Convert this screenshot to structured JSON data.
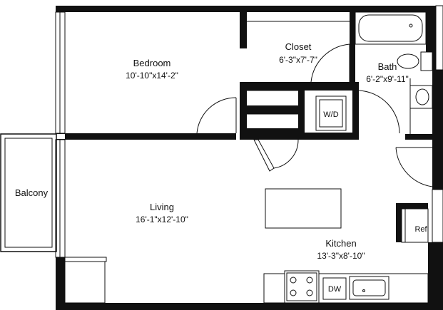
{
  "rooms": {
    "bedroom": {
      "name": "Bedroom",
      "dims": "10'-10\"x14'-2\""
    },
    "closet": {
      "name": "Closet",
      "dims": "6'-3\"x7'-7\""
    },
    "bath": {
      "name": "Bath",
      "dims": "6'-2\"x9'-11\""
    },
    "living": {
      "name": "Living",
      "dims": "16'-1\"x12'-10\""
    },
    "kitchen": {
      "name": "Kitchen",
      "dims": "13'-3\"x8'-10\""
    },
    "balcony": {
      "name": "Balcony"
    }
  },
  "fixtures": {
    "washer_dryer": "W/D",
    "refrigerator": "Ref",
    "dishwasher": "DW"
  },
  "colors": {
    "wall": "#111111",
    "background": "#ffffff"
  }
}
